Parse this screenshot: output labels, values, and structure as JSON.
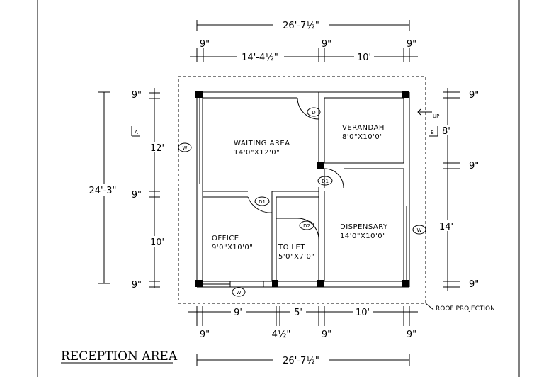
{
  "title": "RECEPTION AREA",
  "top_dims": {
    "overall": "26'-7½\"",
    "wall_left": "9\"",
    "room_a": "14'-4½\"",
    "wall_mid": "9\"",
    "room_b": "10'",
    "wall_right": "9\""
  },
  "bottom_dims": {
    "overall": "26'-7½\"",
    "room_a": "9'",
    "room_b": "5'",
    "room_c": "10'",
    "wall_1": "9\"",
    "wall_2": "4½\"",
    "wall_3": "9\"",
    "wall_4": "9\""
  },
  "left_dims": {
    "overall": "24'-3\"",
    "wall_top": "9\"",
    "room_top": "12'",
    "wall_mid": "9\"",
    "room_bottom": "10'",
    "wall_bottom": "9\""
  },
  "right_dims": {
    "top": "9\"",
    "verandah": "8'",
    "mid": "9\"",
    "room": "14'",
    "bottom": "9\""
  },
  "rooms": {
    "waiting": {
      "name": "WAITING AREA",
      "size": "14'0\"X12'0\""
    },
    "verandah": {
      "name": "VERANDAH",
      "size": "8'0\"X10'0\""
    },
    "office": {
      "name": "OFFICE",
      "size": "9'0\"X10'0\""
    },
    "toilet": {
      "name": "TOILET",
      "size": "5'0\"X7'0\""
    },
    "dispensary": {
      "name": "DISPENSARY",
      "size": "14'0\"X10'0\""
    }
  },
  "tags": {
    "door_d": "D",
    "door_d1_a": "D1",
    "door_d1_b": "D1",
    "door_d2": "D2",
    "window_left": "W",
    "window_right": "W",
    "window_bottom": "W"
  },
  "section_a": "A",
  "section_b": "B",
  "up_label": "UP",
  "roof_projection": "ROOF PROJECTION"
}
